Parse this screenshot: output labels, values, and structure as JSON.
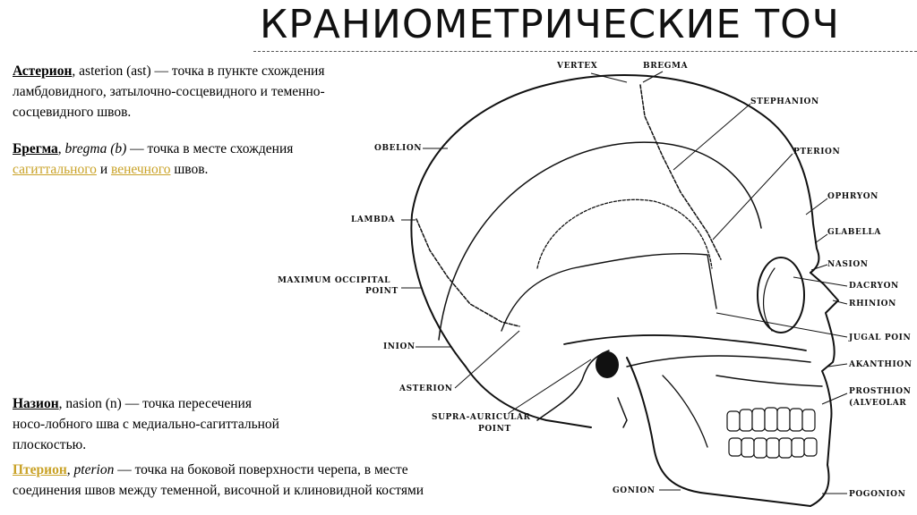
{
  "title": "КРАНИОМЕТРИЧЕСКИЕ ТОЧ",
  "colors": {
    "link": "#c9a227",
    "line": "#111111"
  },
  "paragraphs": {
    "asterion": {
      "term": "Астерион",
      "line1_rest": ", asterion (ast) — точка в пункте схождения",
      "line2": "ламбдовидного, затылочно-сосцевидного и теменно-",
      "line3": "сосцевидного швов."
    },
    "bregma": {
      "term": "Брегма",
      "sep": ", ",
      "latin": "bregma (b)",
      "line1_rest": " — точка в месте схождения",
      "link1": "сагиттального",
      "and": " и ",
      "link2": "венечного",
      "end": " швов."
    },
    "nasion": {
      "term": "Назион",
      "line1_rest": ", nasion (n) — точка пересечения",
      "line2": "носо-лобного шва с медиально-сагиттальной",
      "line3": "плоскостью."
    },
    "pterion": {
      "term": "Птерион",
      "sep": ", ",
      "latin": "pterion",
      "line1_rest": " — точка на боковой поверхности черепа, в месте",
      "line2": "соединения швов между теменной, височной и клиновидной костями"
    }
  },
  "diagram_labels": {
    "vertex": "VERTEX",
    "bregma": "BREGMA",
    "stephanion": "STEPHANION",
    "pterion": "PTERION",
    "ophryon": "OPHRYON",
    "glabella": "GLABELLA",
    "nasion": "NASION",
    "dacryon": "DACRYON",
    "rhinion": "RHINION",
    "jugal_point": "JUGAL POIN",
    "akanthion": "AKANTHION",
    "prosthion": "PROSTHION",
    "alveolar": "(ALVEOLAR",
    "pogonion": "POGONION",
    "gonion": "GONION",
    "supra_auricular": "SUPRA-AURICULAR",
    "supra_auricular_2": "POINT",
    "asterion": "ASTERION",
    "inion": "INION",
    "max_occipital": "MAXIMUM OCCIPITAL",
    "max_occipital_2": "POINT",
    "lambda": "LAMBDA",
    "obelion": "OBELION"
  }
}
